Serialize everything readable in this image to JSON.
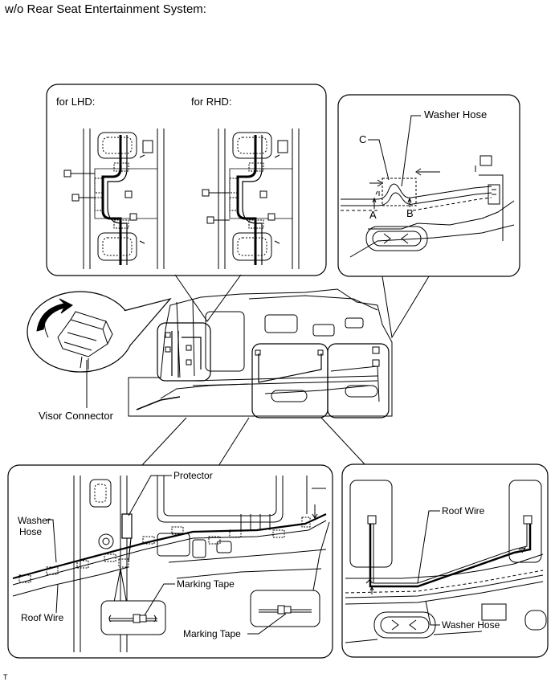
{
  "heading": "w/o Rear Seat Entertainment System:",
  "figure_code": "T",
  "labels": {
    "for_lhd": "for LHD:",
    "for_rhd": "for RHD:",
    "washer_hose_top": "Washer Hose",
    "point_c": "C",
    "point_a": "A",
    "point_b": "B",
    "visor_connector": "Visor Connector",
    "protector": "Protector",
    "washer_hose_left_line1": "Washer",
    "washer_hose_left_line2": "Hose",
    "marking_tape_1": "Marking Tape",
    "marking_tape_2": "Marking Tape",
    "roof_wire_left": "Roof Wire",
    "roof_wire_right": "Roof Wire",
    "washer_hose_bottom_right": "Washer Hose"
  }
}
